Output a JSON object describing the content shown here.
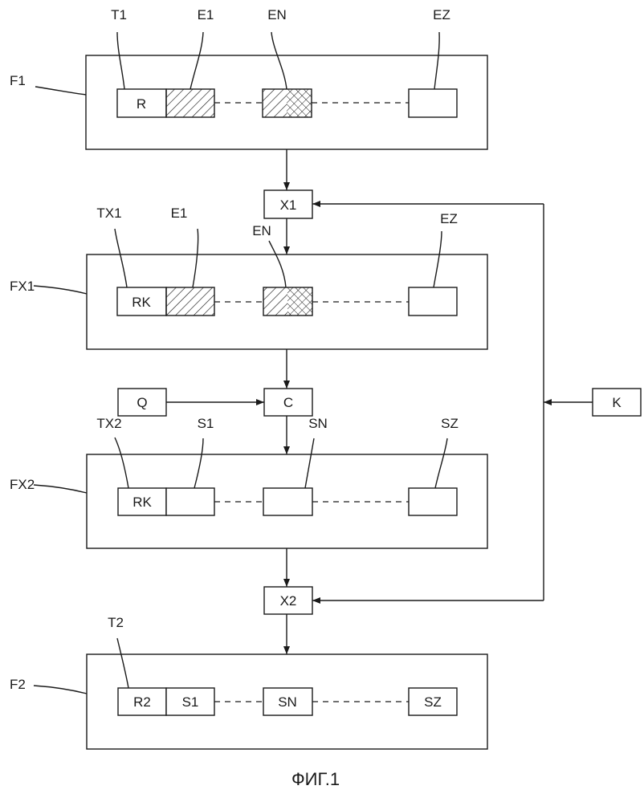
{
  "caption": "ФИГ.1",
  "frames": {
    "f1": {
      "label": "F1",
      "pointers": {
        "t": "T1",
        "e1": "E1",
        "en": "EN",
        "ez": "EZ"
      },
      "cells": {
        "r": "R"
      }
    },
    "fx1": {
      "label": "FX1",
      "pointers": {
        "t": "TX1",
        "e1": "E1",
        "en": "EN",
        "ez": "EZ"
      },
      "cells": {
        "r": "RK"
      }
    },
    "fx2": {
      "label": "FX2",
      "pointers": {
        "t": "TX2",
        "s1": "S1",
        "sn": "SN",
        "sz": "SZ"
      },
      "cells": {
        "r": "RK"
      }
    },
    "f2": {
      "label": "F2",
      "pointers": {
        "t": "T2"
      },
      "cells": {
        "r": "R2",
        "s1": "S1",
        "sn": "SN",
        "sz": "SZ"
      }
    }
  },
  "blocks": {
    "x1": "X1",
    "x2": "X2",
    "c": "C",
    "q": "Q",
    "k": "K"
  }
}
